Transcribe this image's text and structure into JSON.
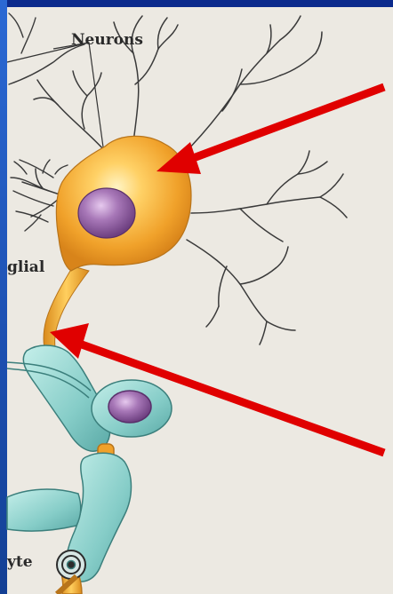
{
  "labels": {
    "neurons": "Neurons",
    "glial": "glial",
    "yte": "yte"
  },
  "colors": {
    "background_frame": "#0b2a8c",
    "panel": "#ece9e2",
    "neuron_body": "#f0a830",
    "neuron_highlight": "#ffd66e",
    "nucleus": "#8b5a9e",
    "glia": "#8fd3cf",
    "arrow": "#e00000"
  }
}
